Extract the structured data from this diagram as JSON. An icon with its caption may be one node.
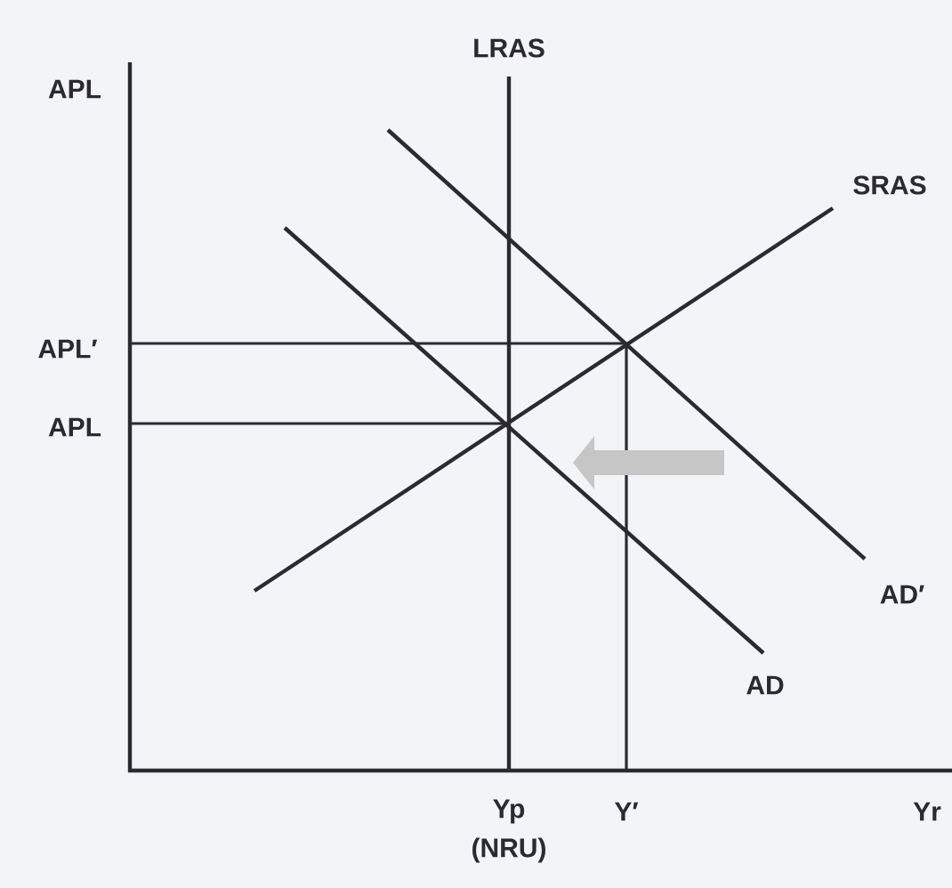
{
  "diagram": {
    "labels": [
      "LRAS",
      "APL",
      "SRAS",
      "APL′",
      "APL",
      "AD′",
      "AD",
      "Yp (NRU)",
      "Y′",
      "Yr"
    ]
  }
}
